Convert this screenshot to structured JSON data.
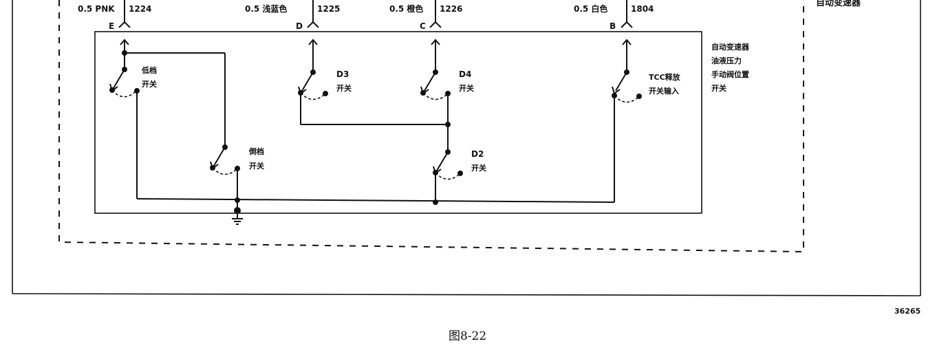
{
  "component": {
    "title": "自动变速器",
    "sensor_label_lines": [
      "自动变速器",
      "油液压力",
      "手动阀位置",
      "开关"
    ]
  },
  "connectors": [
    {
      "pin": "E",
      "wire": "0.5 PNK",
      "circuit": "1224"
    },
    {
      "pin": "D",
      "wire": "0.5  浅蓝色",
      "circuit": "1225"
    },
    {
      "pin": "C",
      "wire": "0.5 橙色",
      "circuit": "1226"
    },
    {
      "pin": "B",
      "wire": "0.5 白色",
      "circuit": "1804"
    }
  ],
  "switches": {
    "low": {
      "line1": "低档",
      "line2": "开关"
    },
    "rev": {
      "line1": "倒档",
      "line2": "开关"
    },
    "d3": {
      "line1": "D3",
      "line2": "开关"
    },
    "d4": {
      "line1": "D4",
      "line2": "开关"
    },
    "d2": {
      "line1": "D2",
      "line2": "开关"
    },
    "tcc": {
      "line1": "TCC释放",
      "line2": "开关输入"
    }
  },
  "figure_code": "36265",
  "caption": "图8-22"
}
